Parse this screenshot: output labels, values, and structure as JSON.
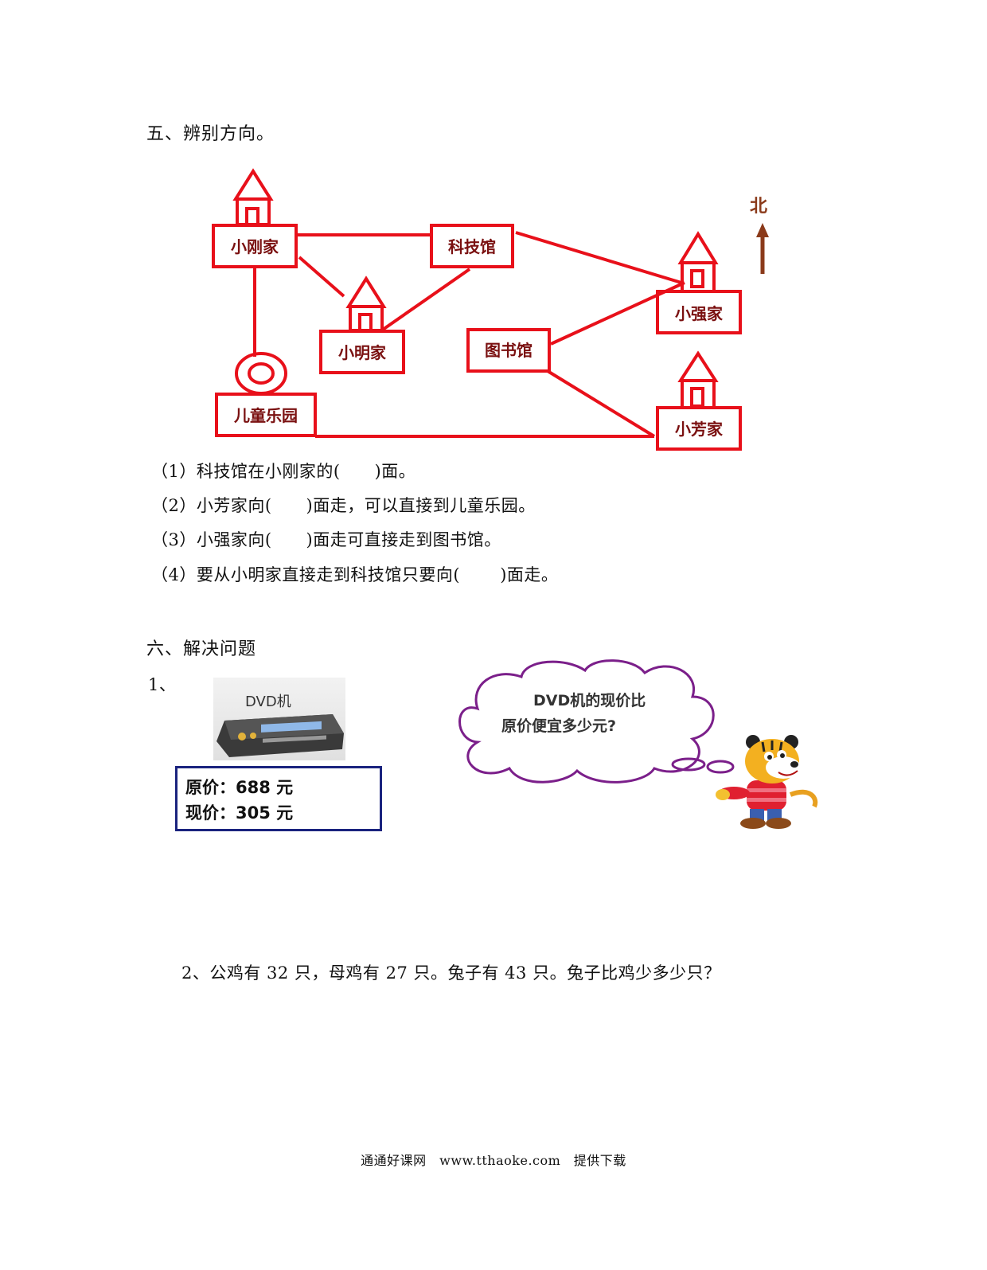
{
  "section5": {
    "heading": "五、辨别方向。",
    "map": {
      "north_label": "北",
      "places": {
        "xiaogang": "小刚家",
        "kejiguan": "科技馆",
        "xiaoming": "小明家",
        "xiaoqiang": "小强家",
        "tushuguan": "图书馆",
        "ertong": "儿童乐园",
        "xiaofang": "小芳家"
      },
      "colors": {
        "line": "#e8101a",
        "label": "#7a1010",
        "arrow": "#8b3a1a"
      }
    },
    "questions": [
      "（1）科技馆在小刚家的(　　)面。",
      "（2）小芳家向(　　)面走，可以直接到儿童乐园。",
      "（3）小强家向(　　)面走可直接走到图书馆。",
      "（4）要从小明家直接走到科技馆只要向(　　 )面走。"
    ]
  },
  "section6": {
    "heading": "六、解决问题",
    "problem1": {
      "number": "1、",
      "dvd_label": "DVD机",
      "price_original": "原价：688 元",
      "price_current": "现价：305 元",
      "bubble_line1": "DVD机的现价比",
      "bubble_line2": "原价便宜多少元?"
    },
    "problem2": "2、公鸡有 32 只，母鸡有 27 只。兔子有 43 只。兔子比鸡少多少只？"
  },
  "footer": "通通好课网　www.tthaoke.com　提供下载"
}
